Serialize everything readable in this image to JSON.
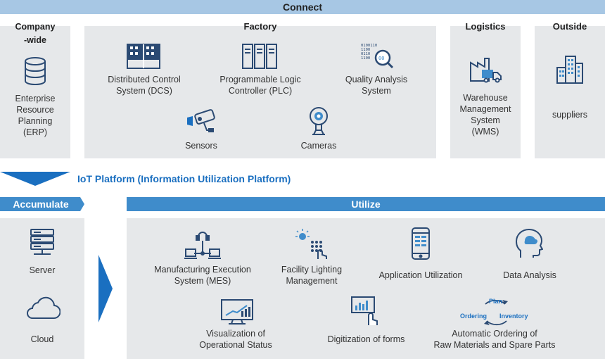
{
  "connect": {
    "title": "Connect"
  },
  "company": {
    "header": "Company\n-wide",
    "item": {
      "label": "Enterprise\nResource\nPlanning\n(ERP)",
      "icon": "database-icon"
    }
  },
  "factory": {
    "header": "Factory",
    "items": [
      {
        "label": "Distributed Control\nSystem (DCS)",
        "icon": "control-panel-icon"
      },
      {
        "label": "Programmable Logic\nController (PLC)",
        "icon": "server-rack-icon"
      },
      {
        "label": "Quality Analysis\nSystem",
        "icon": "binary-magnifier-icon"
      },
      {
        "label": "Sensors",
        "icon": "sensor-icon"
      },
      {
        "label": "Cameras",
        "icon": "webcam-icon"
      }
    ]
  },
  "logistics": {
    "header": "Logistics",
    "item": {
      "label": "Warehouse\nManagement\nSystem\n(WMS)",
      "icon": "warehouse-truck-icon"
    }
  },
  "outside": {
    "header": "Outside",
    "item": {
      "label": "suppliers",
      "icon": "buildings-icon"
    }
  },
  "platform": {
    "title": "IoT Platform (Information Utilization Platform)"
  },
  "accumulate": {
    "title": "Accumulate",
    "items": [
      {
        "label": "Server",
        "icon": "server-icon"
      },
      {
        "label": "Cloud",
        "icon": "cloud-icon"
      }
    ]
  },
  "utilize": {
    "title": "Utilize",
    "items": [
      {
        "label": "Manufacturing Execution\nSystem (MES)",
        "icon": "network-computers-icon"
      },
      {
        "label": "Facility Lighting\nManagement",
        "icon": "light-keypad-icon"
      },
      {
        "label": "Application Utilization",
        "icon": "smartphone-icon"
      },
      {
        "label": "Data Analysis",
        "icon": "head-brain-icon"
      },
      {
        "label": "Visualization of\nOperational Status",
        "icon": "monitor-chart-icon"
      },
      {
        "label": "Digitization of forms",
        "icon": "touch-chart-icon"
      },
      {
        "label": "Automatic Ordering of\nRaw Materials and Spare Parts",
        "icon": "cycle-icon"
      }
    ],
    "cycle": {
      "plan": "Plan",
      "inventory": "Inventory",
      "ordering": "Ordering"
    }
  },
  "colors": {
    "light_band": "#a7c7e4",
    "dark_band": "#3f8ccb",
    "panel": "#e6e8ea",
    "icon": "#2b4a73",
    "accent": "#1a6fc0"
  }
}
